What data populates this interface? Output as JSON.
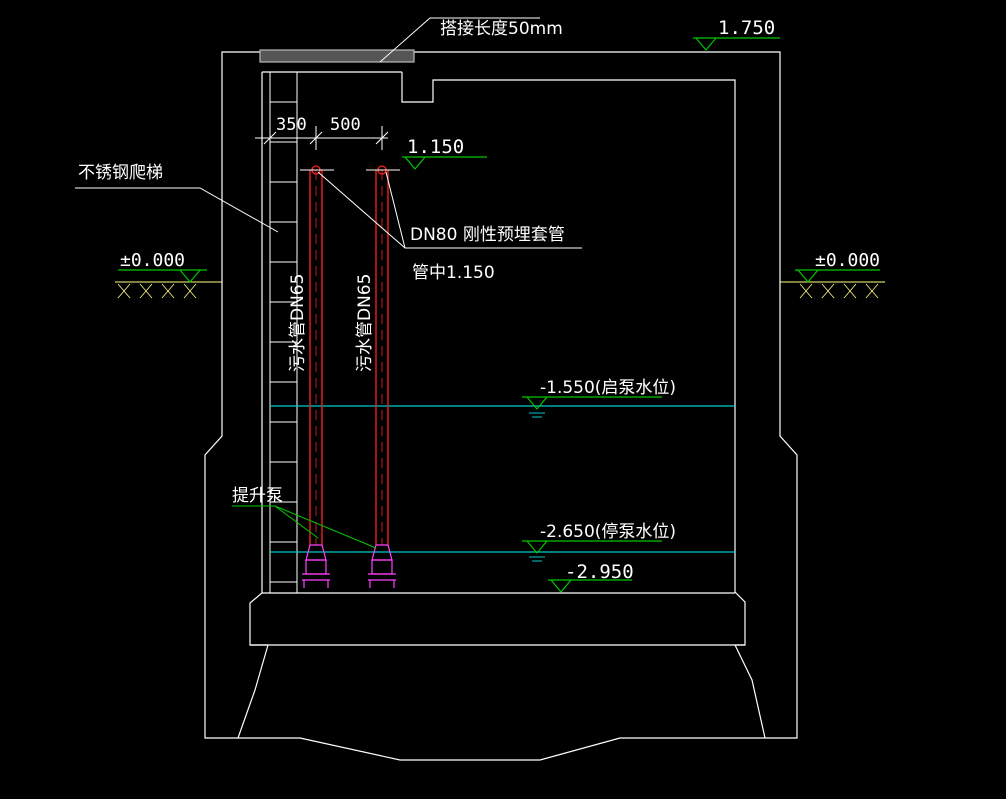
{
  "colors": {
    "background": "#000000",
    "outline": "#ffffff",
    "leader": "#00c800",
    "water": "#00c8c8",
    "pipe": "#ff2020",
    "pump": "#ff40ff",
    "ground": "#ffff80"
  },
  "labels": {
    "overlap_note": "搭接长度50mm",
    "top_elevation": "1.750",
    "dim_left": "350",
    "dim_spacing": "500",
    "pipe_top_elevation": "1.150",
    "ladder": "不锈钢爬梯",
    "sleeve": "DN80 刚性预埋套管",
    "sleeve_center": "管中1.150",
    "ground_left": "±0.000",
    "ground_right": "±0.000",
    "pipe_left": "污水管DN65",
    "pipe_right": "污水管DN65",
    "start_level": "-1.550(启泵水位)",
    "pump": "提升泵",
    "stop_level": "-2.650(停泵水位)",
    "bottom_elevation": "-2.950"
  },
  "icons": {
    "elevation_marker": "triangle-elevation-icon",
    "water_level_marker": "water-level-icon",
    "pump": "submersible-pump-icon",
    "ground_hatch": "soil-hatch-icon"
  }
}
